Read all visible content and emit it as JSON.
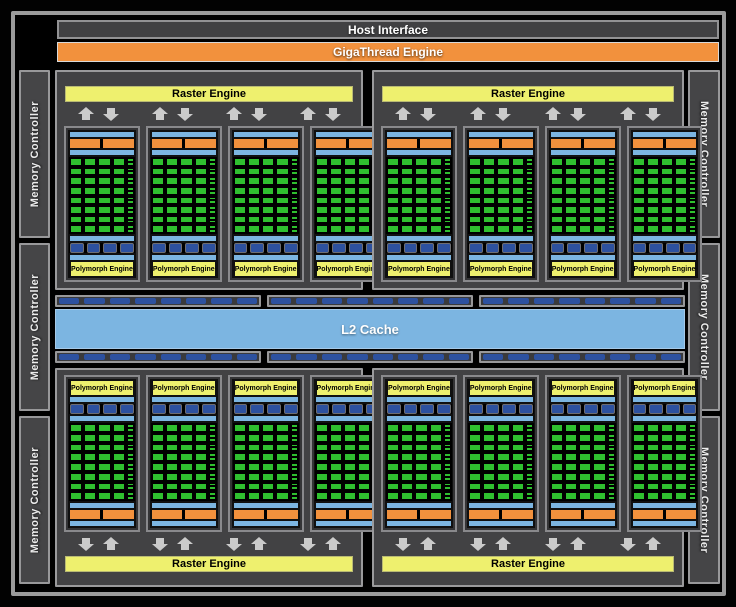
{
  "labels": {
    "host_interface": "Host Interface",
    "gigathread_engine": "GigaThread Engine",
    "l2_cache": "L2 Cache",
    "raster_engine": "Raster Engine",
    "polymorph_engine": "Polymorph Engine",
    "memory_controller": "Memory Controller"
  },
  "colors": {
    "orange": "#f2913d",
    "yellow": "#eef06e",
    "green": "#2fc02f",
    "light_blue": "#7cb5e1",
    "dark_blue": "#2d519f",
    "bar_gray": "#414143",
    "gpc_gray": "#424244",
    "border_gray": "#9a9a9c",
    "arrow_gray": "#cbcbcb",
    "background": "#000000"
  },
  "structure": {
    "gpc_count": 4,
    "sms_per_gpc": 4,
    "core_rows": 8,
    "core_cols": 4,
    "minis_per_row": 2,
    "warp_segments_per_sm": 2,
    "shared_segments_per_sm": 4,
    "l2_segment_rows": 2,
    "l2_groups_per_row": 3,
    "l2_segments_per_group": 8,
    "memory_controllers_per_side": 3
  }
}
